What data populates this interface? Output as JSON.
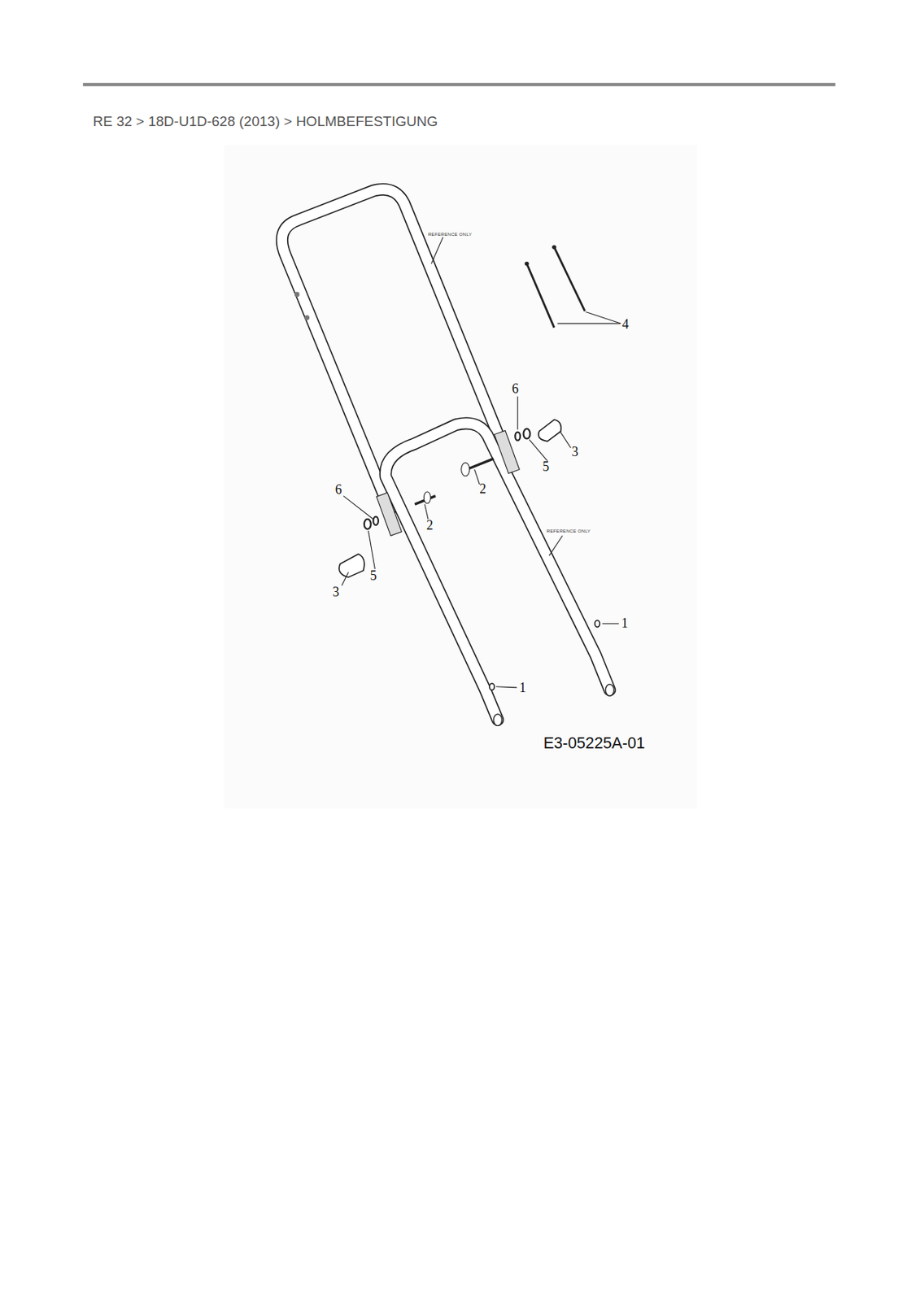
{
  "diagram": {
    "title": "RE 32 > 18D-U1D-628 (2013) > HOLMBEFESTIGUNG",
    "labels": [
      "REFERENCE ONLY",
      "4",
      "6",
      "3",
      "5",
      "2",
      "6",
      "2",
      "REFERENCE ONLY",
      "5",
      "3",
      "1",
      "1",
      "E3-05225A-01"
    ]
  }
}
